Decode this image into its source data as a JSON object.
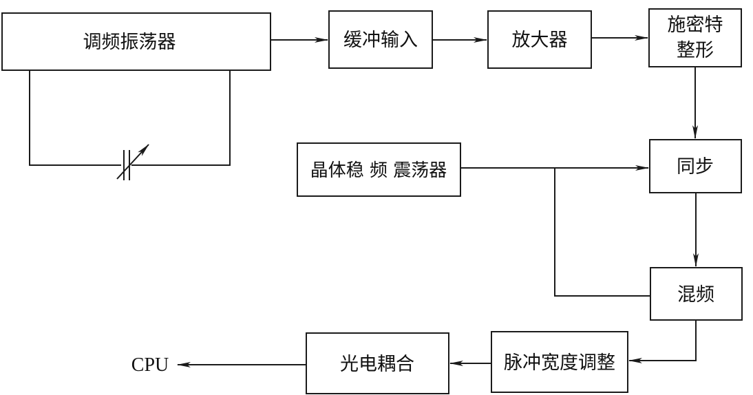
{
  "blocks": {
    "fm_oscillator": "调频振荡器",
    "buffer_input": "缓冲输入",
    "amplifier": "放大器",
    "schmitt_line1": "施密特",
    "schmitt_line2": "整形",
    "crystal_oscillator": "晶体稳 频 震荡器",
    "sync": "同步",
    "mixer": "混频",
    "pulse_width_adjust": "脉冲宽度调整",
    "optocoupler": "光电耦合"
  },
  "output_label": "CPU",
  "colors": {
    "line": "#1a1a1a",
    "text": "#111111",
    "background": "#ffffff"
  }
}
